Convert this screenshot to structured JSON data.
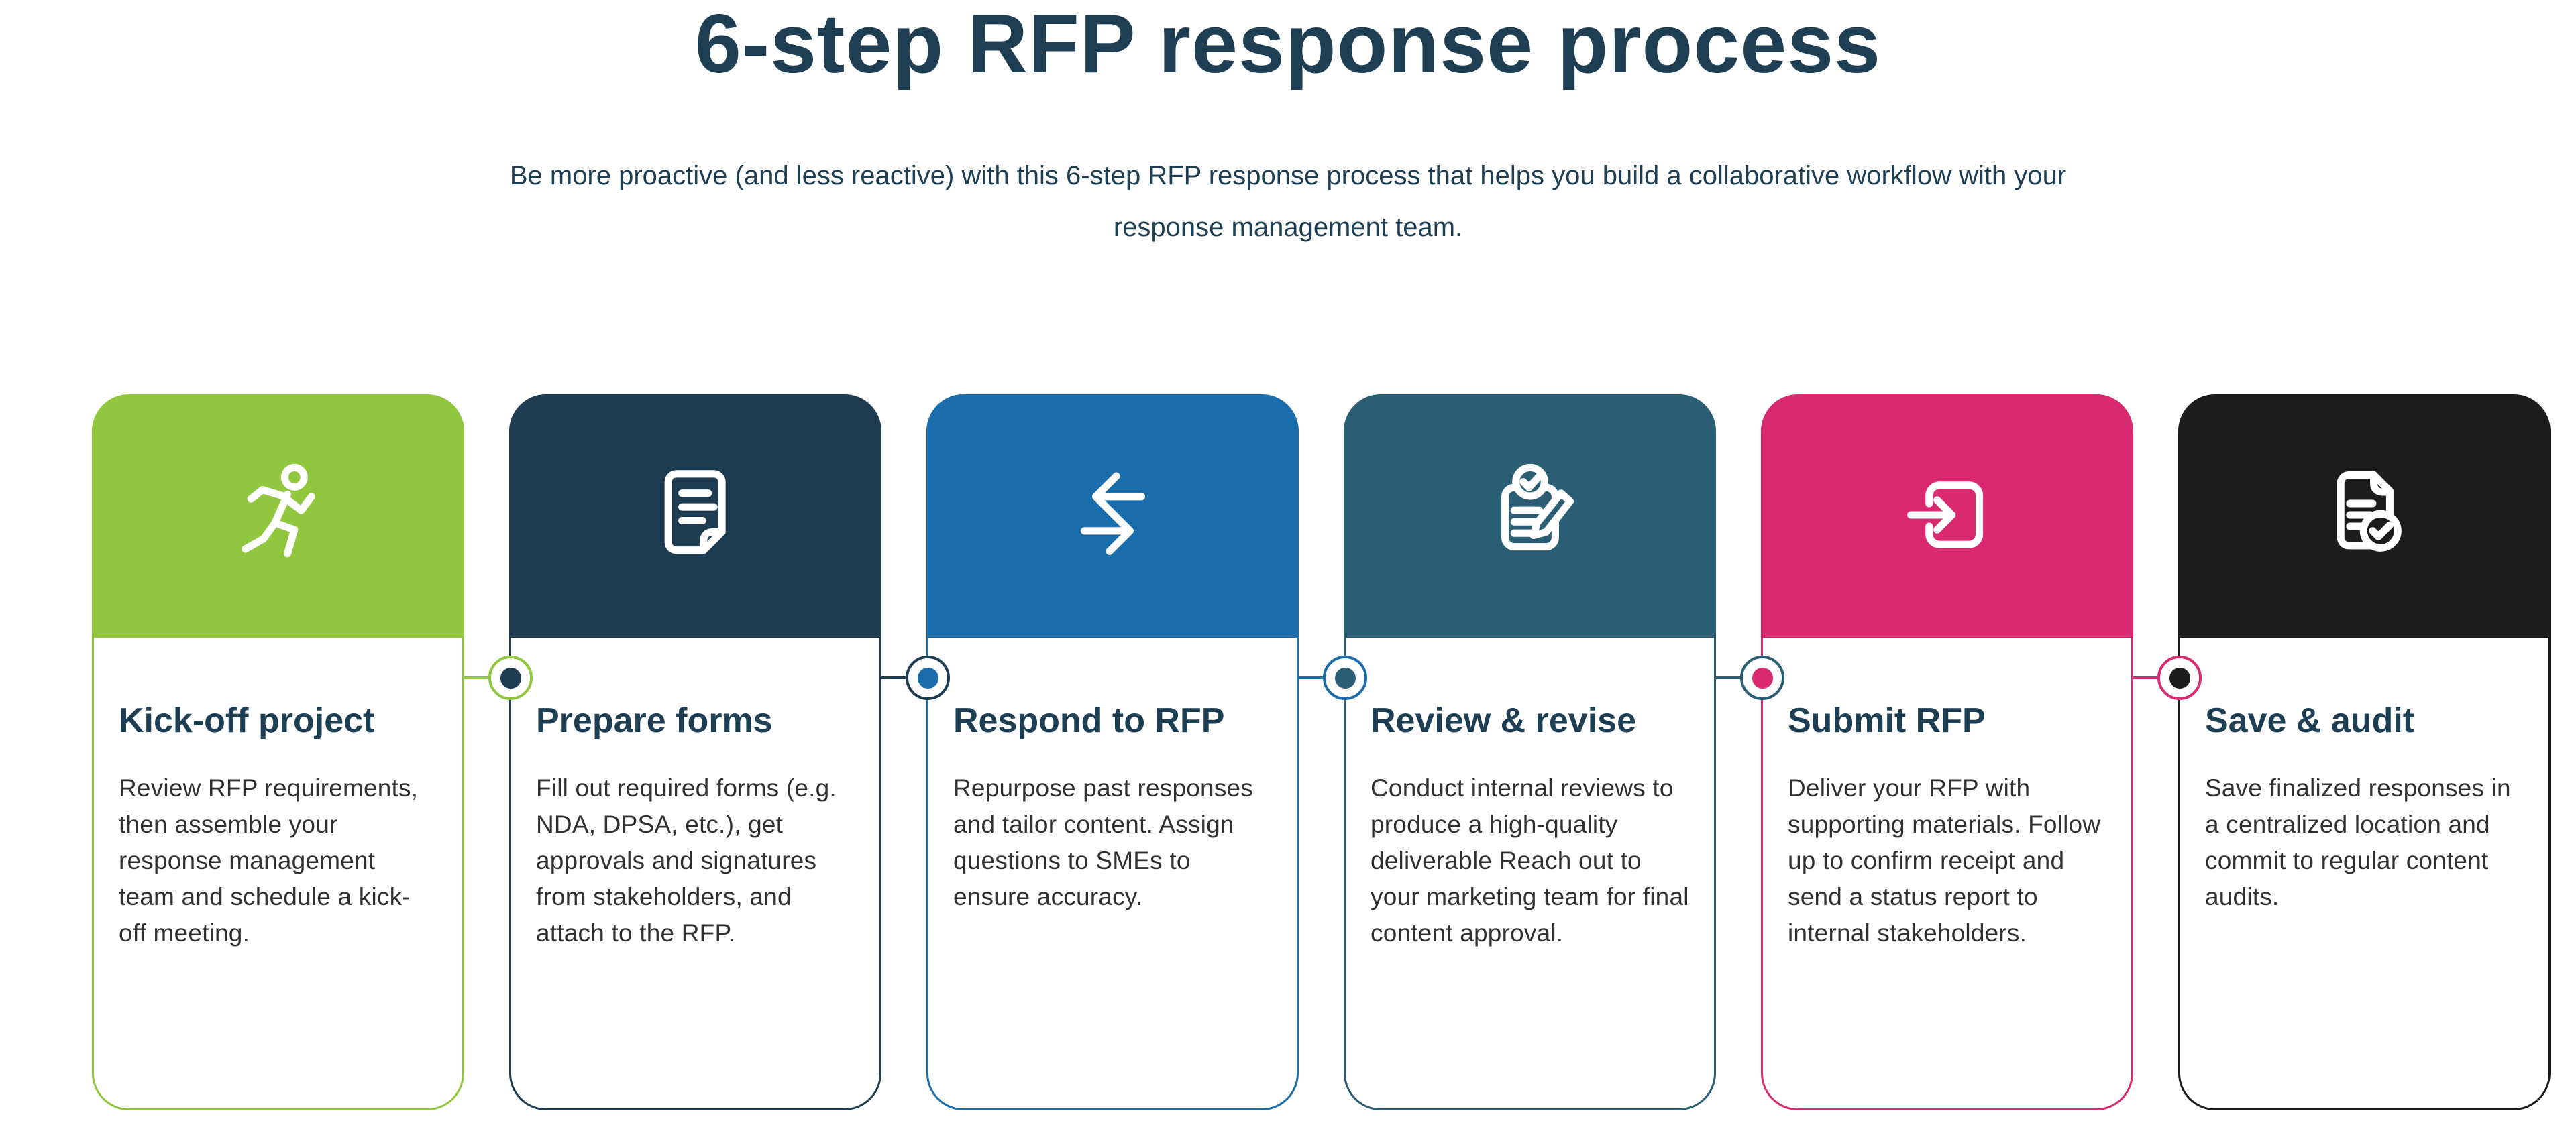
{
  "page": {
    "title": "6-step RFP response process",
    "subtitle": "Be more proactive (and less reactive) with this 6-step RFP response process that helps you build a collaborative workflow with your response management team."
  },
  "colors": {
    "heading": "#1d3e53",
    "body_text": "#303030",
    "background": "#ffffff"
  },
  "steps": [
    {
      "title": "Kick-off project",
      "description": "Review RFP requirements, then assemble your response management team and schedule a kick-off meeting.",
      "color": "#90c73e",
      "icon": "runner-icon"
    },
    {
      "title": "Prepare forms",
      "description": "Fill out required forms (e.g. NDA, DPSA, etc.), get approvals and signatures from stakeholders, and attach to the RFP.",
      "color": "#1d3c51",
      "icon": "document-icon"
    },
    {
      "title": "Respond to RFP",
      "description": "Repurpose past responses and tailor content. Assign questions to SMEs to ensure accuracy.",
      "color": "#1a6daa",
      "icon": "transfer-arrows-icon"
    },
    {
      "title": "Review & revise",
      "description": "Conduct internal reviews to produce a high-quality deliverable Reach out to your marketing team for final content approval.",
      "color": "#2b5e74",
      "icon": "review-checklist-icon"
    },
    {
      "title": "Submit RFP",
      "description": "Deliver your RFP with supporting materials. Follow up to confirm receipt and send a status report to internal stakeholders.",
      "color": "#d92a70",
      "icon": "submit-arrow-icon"
    },
    {
      "title": "Save & audit",
      "description": "Save finalized responses in a centralized location and commit to regular content audits.",
      "color": "#1c1c1c",
      "icon": "audit-document-icon"
    }
  ]
}
